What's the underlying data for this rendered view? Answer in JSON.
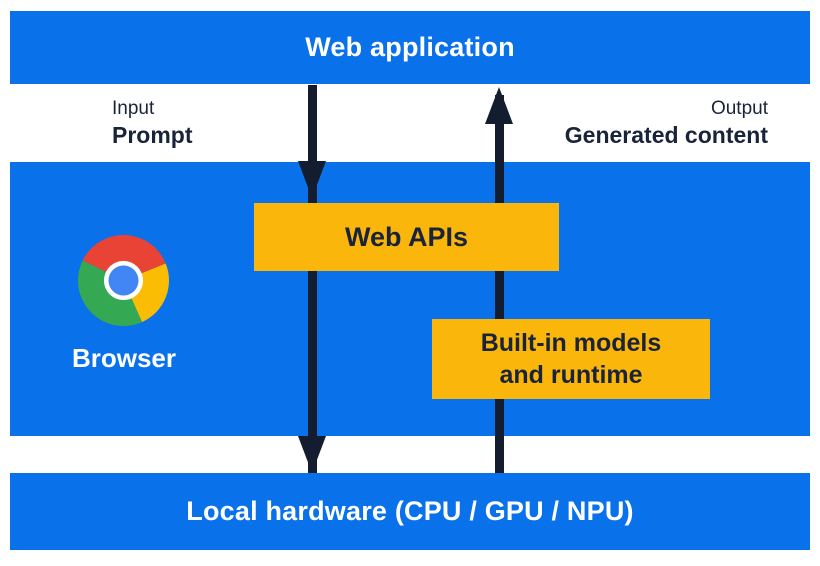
{
  "colors": {
    "band_blue": "#0971EA",
    "box_yellow": "#FBB60C",
    "ink_navy": "#19233A",
    "arrow_navy": "#141D30",
    "text_white": "#FFFFFF",
    "chrome_red": "#E94335",
    "chrome_yellow": "#FBBC04",
    "chrome_green": "#34A853",
    "chrome_blue": "#4285F4"
  },
  "top_bar": {
    "label": "Web application"
  },
  "flow_labels": {
    "input_caption": "Input",
    "input_value": "Prompt",
    "output_caption": "Output",
    "output_value": "Generated content"
  },
  "browser_panel": {
    "browser_label": "Browser",
    "web_apis_label": "Web APIs",
    "builtin_line1": "Built-in models",
    "builtin_line2": "and runtime"
  },
  "bottom_bar": {
    "label": "Local hardware (CPU / GPU / NPU)"
  },
  "icons": {
    "chrome_logo": "chrome-browser-logo",
    "down_arrow": "downward flow arrow",
    "up_arrow": "upward flow arrow"
  }
}
